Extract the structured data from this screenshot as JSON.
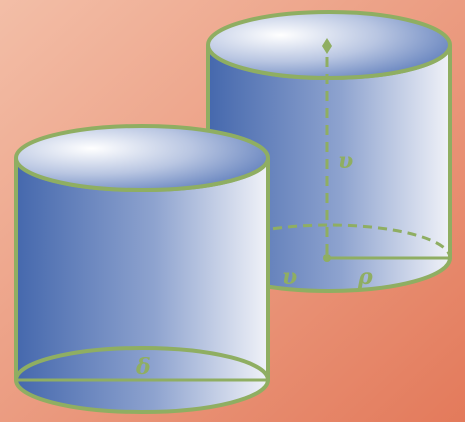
{
  "labels": {
    "back_height": "υ",
    "front_base": "υ",
    "back_radius": "ρ",
    "front_diameter": "δ"
  },
  "colors": {
    "bg_light": "#f2b9a1",
    "bg_dark": "#e27b5c",
    "outline": "#8fae62",
    "body_dark": "#4a6fb2",
    "body_light": "#eef0f7",
    "label": "#8fae62"
  }
}
